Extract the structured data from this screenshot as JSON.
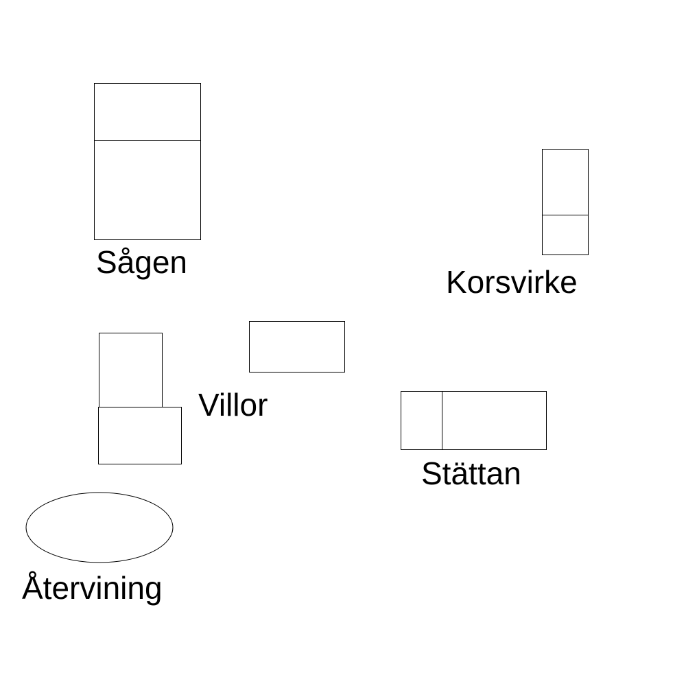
{
  "colors": {
    "background": "#ffffff",
    "stroke": "#000000"
  },
  "labels": {
    "sagen": "Sågen",
    "korsvirke": "Korsvirke",
    "villor": "Villor",
    "stattan": "Stättan",
    "atervining": "Återvining"
  }
}
